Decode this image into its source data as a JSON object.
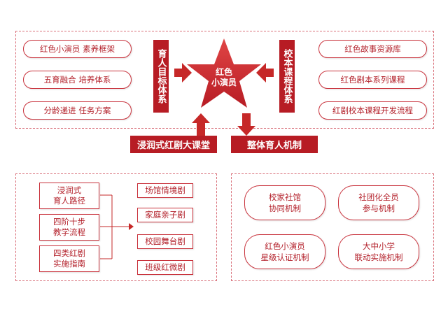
{
  "top": {
    "left_items": [
      "红色小演员 素养框架",
      "五育融合 培养体系",
      "分龄递进 任务方案"
    ],
    "left_bar": "育人目标体系",
    "center": "红色\n小演员",
    "right_bar": "校本课程体系",
    "right_items": [
      "红色故事资源库",
      "红色剧本系列课程",
      "红剧校本课程开发流程"
    ],
    "bottom_left": "浸润式红剧大课堂",
    "bottom_right": "整体育人机制"
  },
  "bottom_left": {
    "left_boxes": [
      "浸润式\n育人路径",
      "四阶十步\n教学流程",
      "四类红剧\n实施指南"
    ],
    "right_items": [
      "场馆情境剧",
      "家庭亲子剧",
      "校园舞台剧",
      "班级红微剧"
    ]
  },
  "bottom_right": {
    "items": [
      "校家社馆\n协同机制",
      "社团化全员\n参与机制",
      "红色小演员\n星级认证机制",
      "大中小学\n联动实施机制"
    ]
  },
  "colors": {
    "primary": "#c62828",
    "dark": "#b71c24",
    "dashed": "#d9707a"
  }
}
